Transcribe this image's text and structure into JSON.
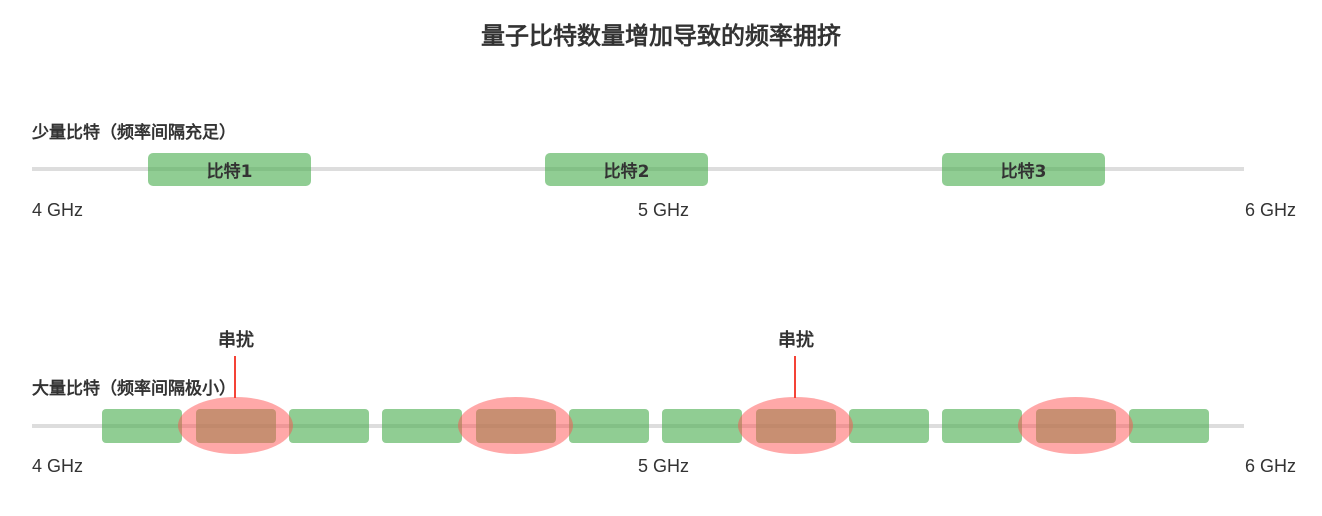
{
  "title": "量子比特数量增加导致的频率拥挤",
  "colors": {
    "qubit_fill": "#4caf50",
    "overlap_fill": "#ff5252",
    "crosstalk_line": "#f44336",
    "axis": "#dddddd",
    "text": "#333333"
  },
  "few_qubits": {
    "label": "少量比特（频率间隔充足）",
    "axis_ticks": [
      "4 GHz",
      "5 GHz",
      "6 GHz"
    ],
    "qubits": [
      {
        "label": "比特1"
      },
      {
        "label": "比特2"
      },
      {
        "label": "比特3"
      }
    ]
  },
  "many_qubits": {
    "label": "大量比特（频率间隔极小）",
    "axis_ticks": [
      "4 GHz",
      "5 GHz",
      "6 GHz"
    ],
    "qubit_count": 12,
    "overlap_count": 4,
    "crosstalk_labels": [
      "串扰",
      "串扰"
    ]
  }
}
